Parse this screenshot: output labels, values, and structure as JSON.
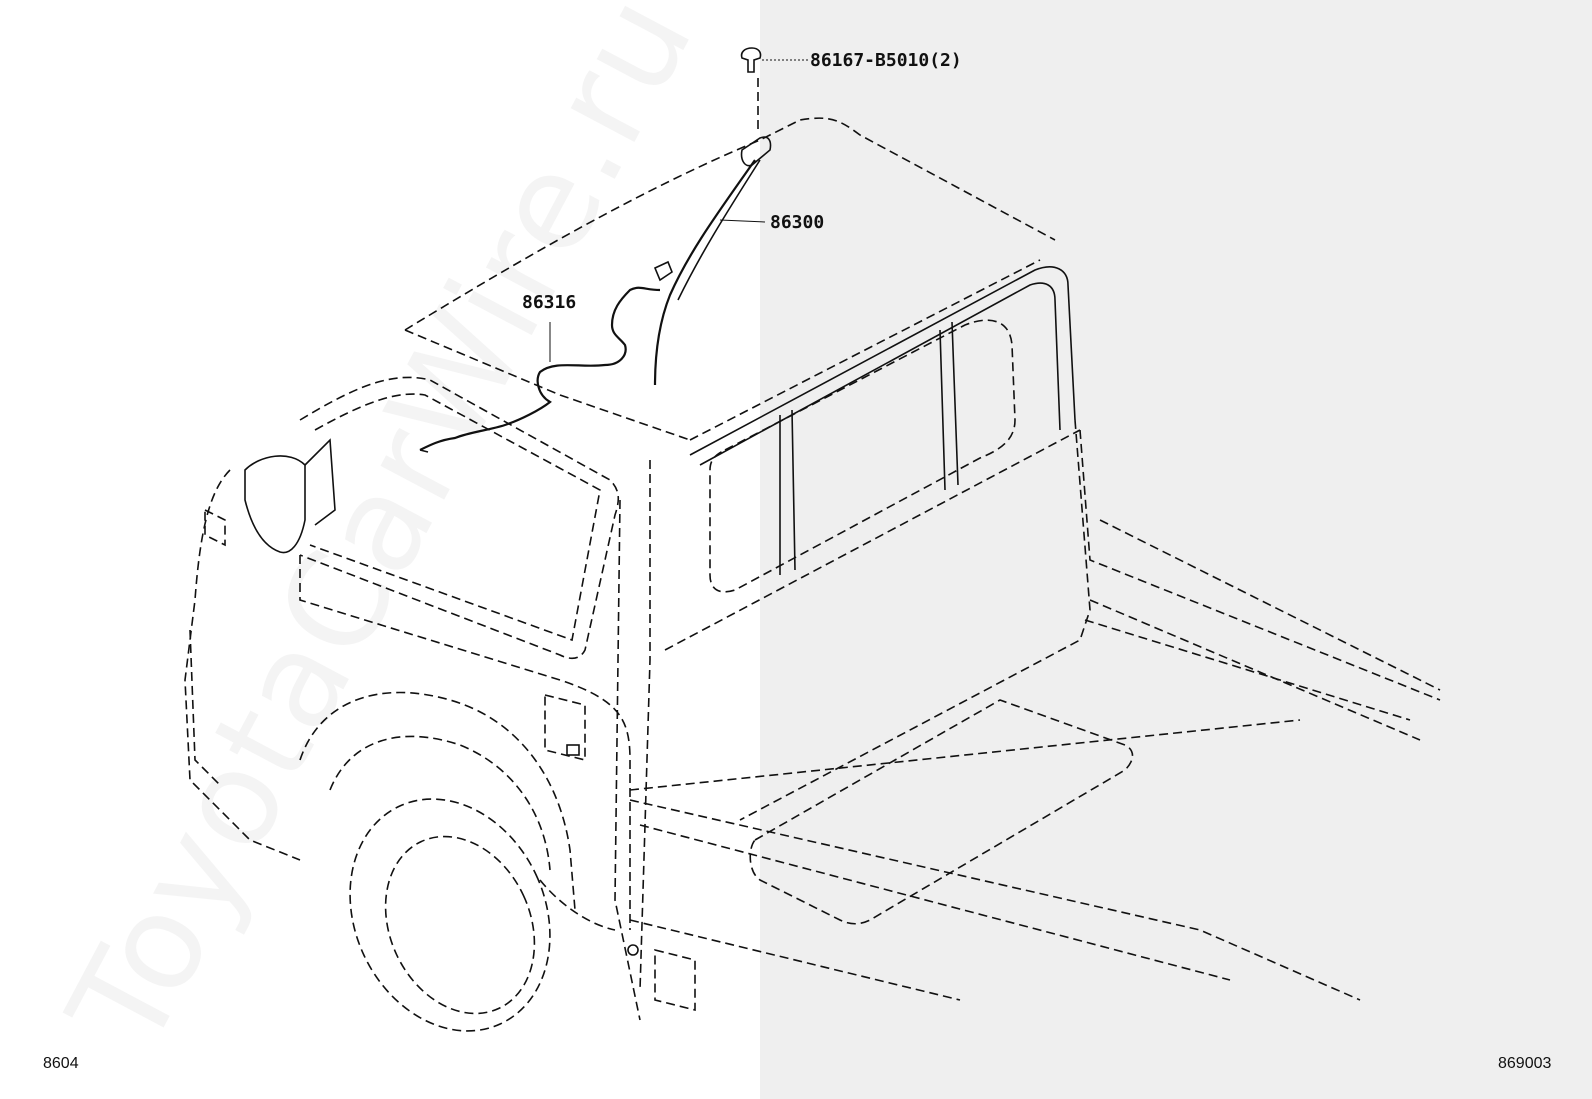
{
  "watermark": "ToyotaCarWire.ru",
  "callouts": {
    "clip": "86167-B5010(2)",
    "antenna_cord": "86300",
    "lead_wire": "86316"
  },
  "codes": {
    "left": "8604",
    "right": "869003"
  }
}
